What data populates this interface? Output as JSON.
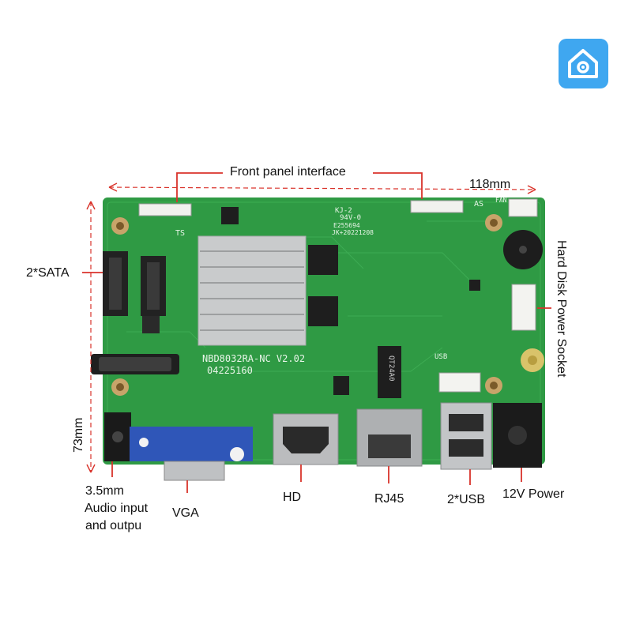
{
  "labels": {
    "front_panel": "Front panel interface",
    "width": "118mm",
    "height": "73mm",
    "sata": "2*SATA",
    "hdd_power": "Hard Disk Power Socket",
    "audio_line1": "3.5mm",
    "audio_line2": "Audio input",
    "audio_line3": "and outpu",
    "vga": "VGA",
    "hd": "HD",
    "rj45": "RJ45",
    "usb": "2*USB",
    "power": "12V Power"
  },
  "board": {
    "model": "NBD8032RA-NC V2.02",
    "serial": "04225160",
    "kj": "KJ-2",
    "rating": "94V-0",
    "code1": "E255694",
    "code2": "JK+20221208",
    "ts": "TS",
    "as": "AS",
    "usb_silk": "USB",
    "fan_silk": "FAN",
    "chip": "QT24A0"
  },
  "colors": {
    "pcb": "#2f9a44",
    "pcb_dark": "#22803a",
    "heatsink": "#c9cbcc",
    "callout_line": "#d9332b",
    "app_icon": "#3fa7f0"
  },
  "icons": {
    "app": "home-camera-icon"
  }
}
